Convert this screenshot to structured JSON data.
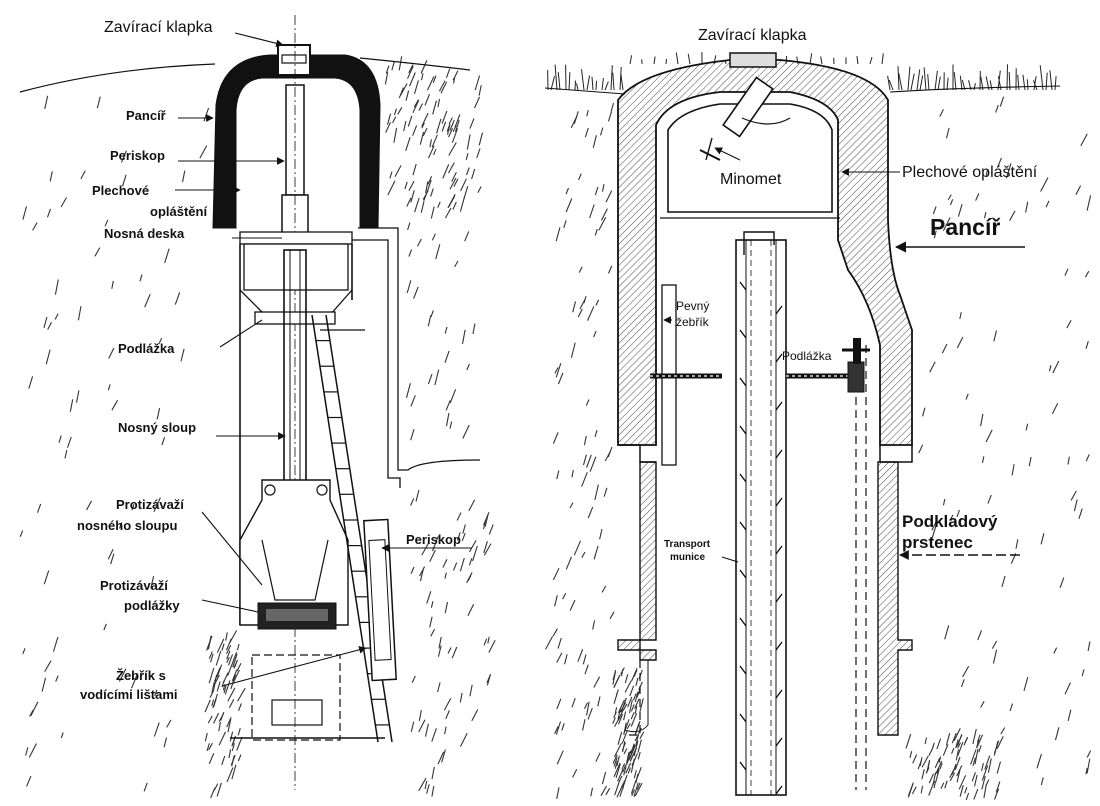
{
  "left_diagram": {
    "labels": {
      "zaviraci_klapka": "Zavírací klapka",
      "pancir": "Pancíř",
      "periskop_top": "Periskop",
      "plechove_1": "Plechové",
      "plechove_2": "opláštění",
      "nosna_deska": "Nosná deska",
      "podlazka": "Podlážka",
      "nosny_sloup": "Nosný sloup",
      "protizavazi_sloup_1": "Protizávaží",
      "protizavazi_sloup_2": "nosného sloupu",
      "periskop_side": "Periskop",
      "protizavazi_podlazky_1": "Protizávaží",
      "protizavazi_podlazky_2": "podlážky",
      "zebrik_1": "Žebřík s",
      "zebrik_2": "vodícími lištami"
    }
  },
  "right_diagram": {
    "labels": {
      "zaviraci_klapka": "Zavírací klapka",
      "minomet": "Minomet",
      "plechove_oplasteni": "Plechové opláštění",
      "pancir": "Pancíř",
      "pevny_zebrik_1": "Pevný",
      "pevny_zebrik_2": "žebřík",
      "podlazka": "Podlážka",
      "transport_1": "Transport",
      "transport_2": "munice",
      "podkladovy_1": "Podkladový",
      "podkladovy_2": "prstenec"
    }
  },
  "colors": {
    "ink": "#111111",
    "hatch": "#6f6f6f",
    "background": "#ffffff"
  }
}
